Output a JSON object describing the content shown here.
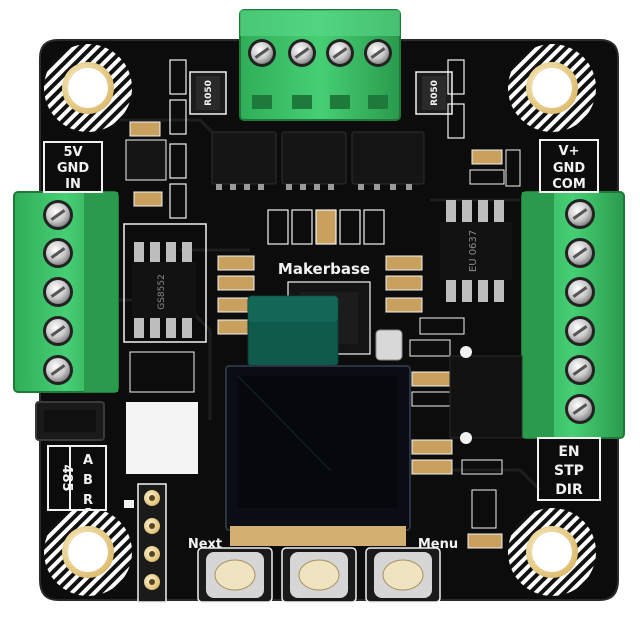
{
  "board": {
    "brand": "Makerbase",
    "left_labels": [
      "5V",
      "GND",
      "IN"
    ],
    "right_top_labels": [
      "V+",
      "GND",
      "COM"
    ],
    "right_bottom_labels": [
      "EN",
      "STP",
      "DIR"
    ],
    "rs485": {
      "title": "485",
      "pins": [
        "A",
        "B",
        "R"
      ]
    },
    "button_labels": {
      "left": "Next",
      "right": "Menu"
    },
    "resistor_markings": {
      "left": "R050",
      "right": "R050"
    },
    "chip_markings": {
      "left": "GS8552",
      "right": "EU 0637"
    },
    "colors": {
      "pcb": "#0c0c0c",
      "terminal": "#3ec26a",
      "terminal_dark": "#2a9a4c",
      "silkscreen": "#f2f2f2",
      "oled": "#0a0e14",
      "oled_ribbon": "#0f5a4a",
      "gold": "#c9a04a"
    }
  }
}
